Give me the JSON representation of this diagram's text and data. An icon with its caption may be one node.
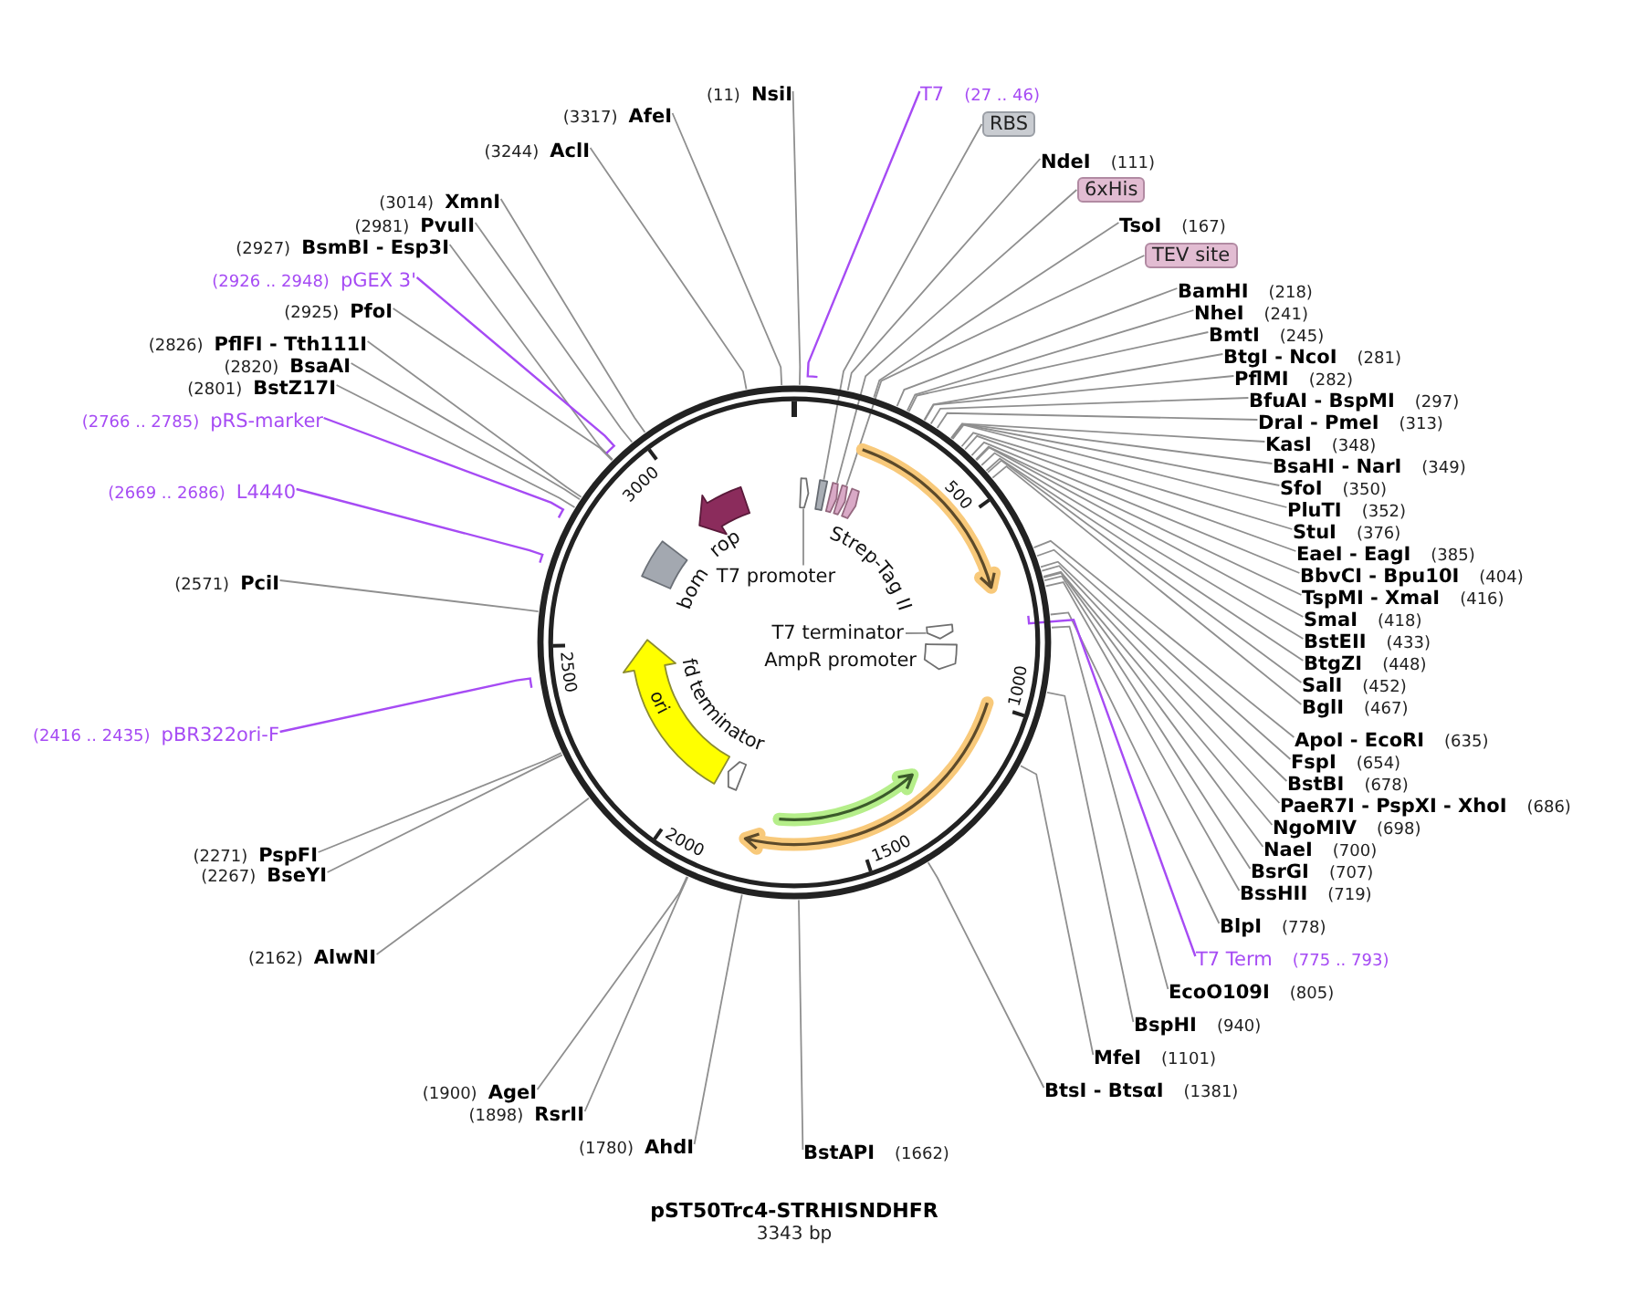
{
  "diagram": {
    "title": "pST50Trc4-STRHISNDHFR",
    "caption": "3343 bp",
    "nodes": [
      {
        "text": [
          "(11)",
          "NsiI"
        ]
      },
      {
        "text": [
          "(3317)",
          "AfeI"
        ]
      },
      {
        "text": [
          "(3244)",
          "AclI"
        ]
      },
      {
        "text": [
          "(3014)",
          "XmnI"
        ]
      },
      {
        "text": [
          "(2981)",
          "PvuII"
        ]
      },
      {
        "text": [
          "(2927)",
          "BsmBI - Esp3I"
        ]
      },
      {
        "text": [
          "(2926 .. 2948)",
          "pGEX 3'"
        ]
      },
      {
        "text": [
          "(2925)",
          "PfoI"
        ]
      },
      {
        "text": [
          "(2826)",
          "PflFI - Tth111I"
        ]
      },
      {
        "text": [
          "(2820)",
          "BsaAI"
        ]
      },
      {
        "text": [
          "(2801)",
          "BstZ17I"
        ]
      },
      {
        "text": [
          "(2766 .. 2785)",
          "pRS-marker"
        ]
      },
      {
        "text": [
          "(2669 .. 2686)",
          "L4440"
        ]
      },
      {
        "text": [
          "(2571)",
          "PciI"
        ]
      },
      {
        "text": [
          "(2416 .. 2435)",
          "pBR322ori-F"
        ]
      },
      {
        "text": [
          "(2271)",
          "PspFI"
        ]
      },
      {
        "text": [
          "(2267)",
          "BseYI"
        ]
      },
      {
        "text": [
          "(2162)",
          "AlwNI"
        ]
      },
      {
        "text": [
          "(1900)",
          "AgeI"
        ]
      },
      {
        "text": [
          "(1898)",
          "RsrII"
        ]
      },
      {
        "text": [
          "(1780)",
          "AhdI"
        ]
      },
      {
        "text": [
          "T7",
          "(27 .. 46)"
        ]
      },
      {
        "text": [
          "RBS"
        ]
      },
      {
        "text": [
          "NdeI",
          "(111)"
        ]
      },
      {
        "text": [
          "6xHis"
        ]
      },
      {
        "text": [
          "TsoI",
          "(167)"
        ]
      },
      {
        "text": [
          "TEV site"
        ]
      },
      {
        "text": [
          "BamHI",
          "(218)"
        ]
      },
      {
        "text": [
          "NheI",
          "(241)"
        ]
      },
      {
        "text": [
          "BmtI",
          "(245)"
        ]
      },
      {
        "text": [
          "BtgI - NcoI",
          "(281)"
        ]
      },
      {
        "text": [
          "PflMI",
          "(282)"
        ]
      },
      {
        "text": [
          "BfuAI - BspMI",
          "(297)"
        ]
      },
      {
        "text": [
          "DraI - PmeI",
          "(313)"
        ]
      },
      {
        "text": [
          "KasI",
          "(348)"
        ]
      },
      {
        "text": [
          "BsaHI - NarI",
          "(349)"
        ]
      },
      {
        "text": [
          "SfoI",
          "(350)"
        ]
      },
      {
        "text": [
          "PluTI",
          "(352)"
        ]
      },
      {
        "text": [
          "StuI",
          "(376)"
        ]
      },
      {
        "text": [
          "EaeI - EagI",
          "(385)"
        ]
      },
      {
        "text": [
          "BbvCI - Bpu10I",
          "(404)"
        ]
      },
      {
        "text": [
          "TspMI - XmaI",
          "(416)"
        ]
      },
      {
        "text": [
          "SmaI",
          "(418)"
        ]
      },
      {
        "text": [
          "BstEII",
          "(433)"
        ]
      },
      {
        "text": [
          "BtgZI",
          "(448)"
        ]
      },
      {
        "text": [
          "SalI",
          "(452)"
        ]
      },
      {
        "text": [
          "BglI",
          "(467)"
        ]
      },
      {
        "text": [
          "ApoI - EcoRI",
          "(635)"
        ]
      },
      {
        "text": [
          "FspI",
          "(654)"
        ]
      },
      {
        "text": [
          "BstBI",
          "(678)"
        ]
      },
      {
        "text": [
          "PaeR7I - PspXI - XhoI",
          "(686)"
        ]
      },
      {
        "text": [
          "NgoMIV",
          "(698)"
        ]
      },
      {
        "text": [
          "NaeI",
          "(700)"
        ]
      },
      {
        "text": [
          "BsrGI",
          "(707)"
        ]
      },
      {
        "text": [
          "BssHII",
          "(719)"
        ]
      },
      {
        "text": [
          "BlpI",
          "(778)"
        ]
      },
      {
        "text": [
          "T7 Term",
          "(775 .. 793)"
        ]
      },
      {
        "text": [
          "EcoO109I",
          "(805)"
        ]
      },
      {
        "text": [
          "BspHI",
          "(940)"
        ]
      },
      {
        "text": [
          "MfeI",
          "(1101)"
        ]
      },
      {
        "text": [
          "BtsI - BtsαI",
          "(1381)"
        ]
      },
      {
        "text": [
          "BstAPI",
          "(1662)"
        ]
      },
      {
        "text": [],
        "shape": "circle"
      },
      {
        "text": [],
        "shape": "arrow",
        "in": 62
      },
      {
        "text": [],
        "shape": "box",
        "in": 62
      },
      {
        "text": [],
        "shape": "arrow",
        "in": 62
      },
      {
        "text": [],
        "shape": "arrow",
        "in": 62
      },
      {
        "text": [],
        "shape": "arrow",
        "in": 62,
        "beside": [
          "Strep-Tag II"
        ]
      },
      {
        "text": [
          "T7 promoter"
        ],
        "in": 62
      },
      {
        "text": [],
        "shape": "arrow",
        "in": 62
      },
      {
        "text": [],
        "shape": "arrow",
        "in": 62
      },
      {
        "text": [
          "T7 terminator"
        ],
        "in": 62
      },
      {
        "text": [],
        "shape": "arrow",
        "in": 62
      },
      {
        "text": [],
        "shape": "arrow",
        "in": 62
      },
      {
        "text": [],
        "shape": "arrow",
        "in": 73
      },
      {
        "text": [],
        "shape": "arrow",
        "in": 62
      },
      {
        "text": [
          "ori"
        ],
        "in": 62
      },
      {
        "text": [],
        "shape": "box",
        "in": 62,
        "beside": [
          "bom"
        ]
      },
      {
        "text": [],
        "shape": "arrow",
        "in": 62,
        "beside": [
          "rop"
        ]
      }
    ],
    "edges": [
      {
        "from": 0,
        "to": 62,
        "arrow": "none"
      },
      {
        "from": 1,
        "to": 62,
        "arrow": "none"
      },
      {
        "from": 2,
        "to": 62,
        "arrow": "none"
      },
      {
        "from": 3,
        "to": 62,
        "arrow": "none"
      },
      {
        "from": 4,
        "to": 62,
        "arrow": "none"
      },
      {
        "from": 5,
        "to": 62,
        "arrow": "none"
      },
      {
        "from": 6,
        "to": 62,
        "arrow": "none",
        "color": "#a64bf4"
      },
      {
        "from": 7,
        "to": 62,
        "arrow": "none"
      },
      {
        "from": 8,
        "to": 62,
        "arrow": "none"
      },
      {
        "from": 9,
        "to": 62,
        "arrow": "none"
      },
      {
        "from": 10,
        "to": 62,
        "arrow": "none"
      },
      {
        "from": 11,
        "to": 62,
        "arrow": "none",
        "color": "#a64bf4"
      },
      {
        "from": 12,
        "to": 62,
        "arrow": "none",
        "color": "#a64bf4"
      },
      {
        "from": 13,
        "to": 62,
        "arrow": "none"
      },
      {
        "from": 14,
        "to": 62,
        "arrow": "none",
        "color": "#a64bf4"
      },
      {
        "from": 15,
        "to": 62,
        "arrow": "none"
      },
      {
        "from": 16,
        "to": 62,
        "arrow": "none"
      },
      {
        "from": 17,
        "to": 62,
        "arrow": "none"
      },
      {
        "from": 18,
        "to": 62,
        "arrow": "none"
      },
      {
        "from": 19,
        "to": 62,
        "arrow": "none"
      },
      {
        "from": 20,
        "to": 62,
        "arrow": "none"
      },
      {
        "from": 21,
        "to": 62,
        "arrow": "none",
        "color": "#a64bf4"
      },
      {
        "from": 22,
        "to": 64,
        "arrow": "none"
      },
      {
        "from": 23,
        "to": 62,
        "arrow": "none"
      },
      {
        "from": 24,
        "to": 65,
        "arrow": "none"
      },
      {
        "from": 25,
        "to": 62,
        "arrow": "none"
      },
      {
        "from": 26,
        "to": 66,
        "arrow": "none"
      },
      {
        "from": 27,
        "to": 62,
        "arrow": "none"
      },
      {
        "from": 28,
        "to": 62,
        "arrow": "none"
      },
      {
        "from": 29,
        "to": 62,
        "arrow": "none"
      },
      {
        "from": 30,
        "to": 62,
        "arrow": "none"
      },
      {
        "from": 31,
        "to": 62,
        "arrow": "none"
      },
      {
        "from": 32,
        "to": 62,
        "arrow": "none"
      },
      {
        "from": 33,
        "to": 62,
        "arrow": "none"
      },
      {
        "from": 34,
        "to": 62,
        "arrow": "none"
      },
      {
        "from": 35,
        "to": 62,
        "arrow": "none"
      },
      {
        "from": 36,
        "to": 62,
        "arrow": "none"
      },
      {
        "from": 37,
        "to": 62,
        "arrow": "none"
      },
      {
        "from": 38,
        "to": 62,
        "arrow": "none"
      },
      {
        "from": 39,
        "to": 62,
        "arrow": "none"
      },
      {
        "from": 40,
        "to": 62,
        "arrow": "none"
      },
      {
        "from": 41,
        "to": 62,
        "arrow": "none"
      },
      {
        "from": 42,
        "to": 62,
        "arrow": "none"
      },
      {
        "from": 43,
        "to": 62,
        "arrow": "none"
      },
      {
        "from": 44,
        "to": 62,
        "arrow": "none"
      },
      {
        "from": 45,
        "to": 62,
        "arrow": "none"
      },
      {
        "from": 46,
        "to": 62,
        "arrow": "none"
      },
      {
        "from": 47,
        "to": 62,
        "arrow": "none"
      },
      {
        "from": 48,
        "to": 62,
        "arrow": "none"
      },
      {
        "from": 49,
        "to": 62,
        "arrow": "none"
      },
      {
        "from": 50,
        "to": 62,
        "arrow": "none"
      },
      {
        "from": 51,
        "to": 62,
        "arrow": "none"
      },
      {
        "from": 52,
        "to": 62,
        "arrow": "none"
      },
      {
        "from": 53,
        "to": 62,
        "arrow": "none"
      },
      {
        "from": 54,
        "to": 62,
        "arrow": "none"
      },
      {
        "from": 55,
        "to": 62,
        "arrow": "none"
      },
      {
        "from": 56,
        "to": 62,
        "arrow": "none",
        "color": "#a64bf4"
      },
      {
        "from": 57,
        "to": 62,
        "arrow": "none"
      },
      {
        "from": 58,
        "to": 62,
        "arrow": "none"
      },
      {
        "from": 59,
        "to": 62,
        "arrow": "none"
      },
      {
        "from": 60,
        "to": 62,
        "arrow": "none"
      },
      {
        "from": 61,
        "to": 62,
        "arrow": "none"
      },
      {
        "from": 68,
        "to": 63,
        "arrow": "none"
      },
      {
        "from": 71,
        "to": 70,
        "arrow": "none"
      }
    ],
    "labels": [
      "500",
      "1000",
      "1500",
      "2000",
      "2500",
      "3000",
      "AmpR promoter",
      "fd terminator"
    ]
  }
}
